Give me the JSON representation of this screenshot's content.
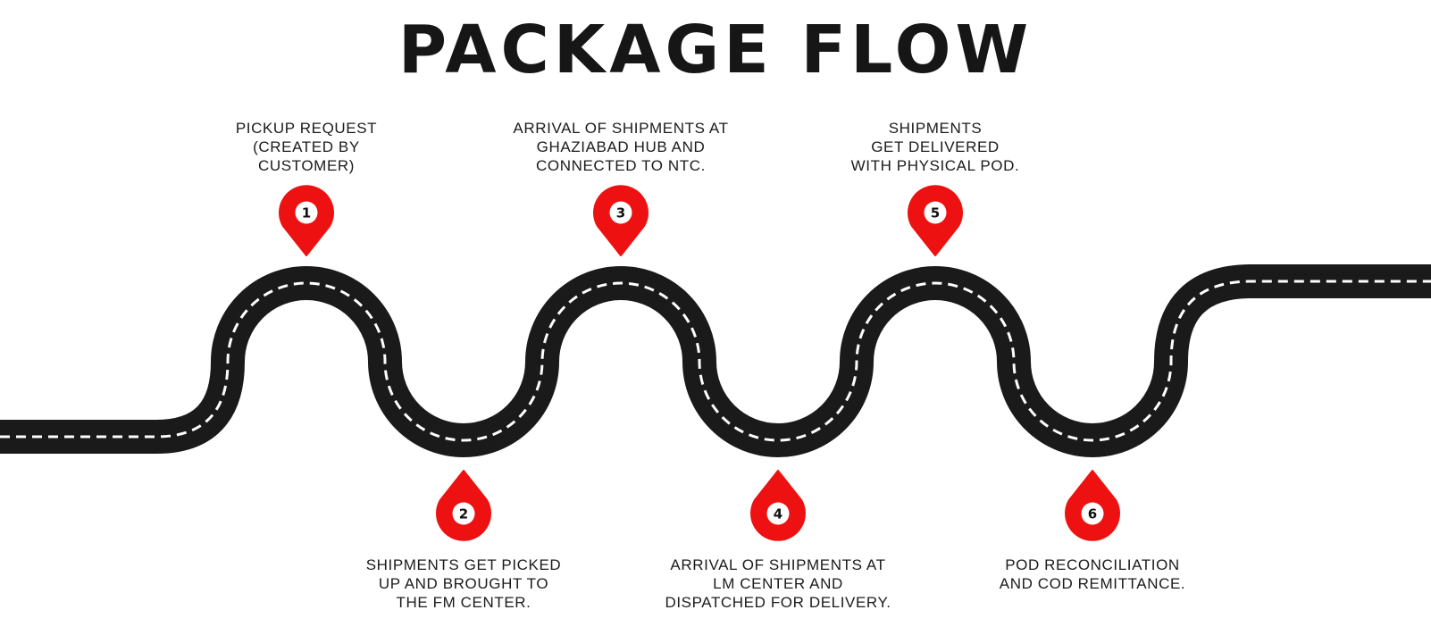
{
  "title": "PACKAGE FLOW",
  "colors": {
    "road": "#1a1a1a",
    "road_marking": "#ffffff",
    "pin": "#ee1111",
    "pin_center": "#ffffff",
    "text": "#1b1b1b"
  },
  "steps": [
    {
      "number": "1",
      "lines": [
        "PICKUP REQUEST",
        "(CREATED BY",
        "CUSTOMER)"
      ]
    },
    {
      "number": "2",
      "lines": [
        "SHIPMENTS GET PICKED",
        "UP AND BROUGHT TO",
        "THE FM CENTER."
      ]
    },
    {
      "number": "3",
      "lines": [
        "ARRIVAL OF SHIPMENTS AT",
        "GHAZIABAD HUB AND",
        "CONNECTED TO NTC."
      ]
    },
    {
      "number": "4",
      "lines": [
        "ARRIVAL OF SHIPMENTS AT",
        "LM CENTER AND",
        "DISPATCHED FOR DELIVERY."
      ]
    },
    {
      "number": "5",
      "lines": [
        "SHIPMENTS",
        "GET DELIVERED",
        "WITH PHYSICAL POD."
      ]
    },
    {
      "number": "6",
      "lines": [
        "POD RECONCILIATION",
        "AND COD REMITTANCE."
      ]
    }
  ]
}
